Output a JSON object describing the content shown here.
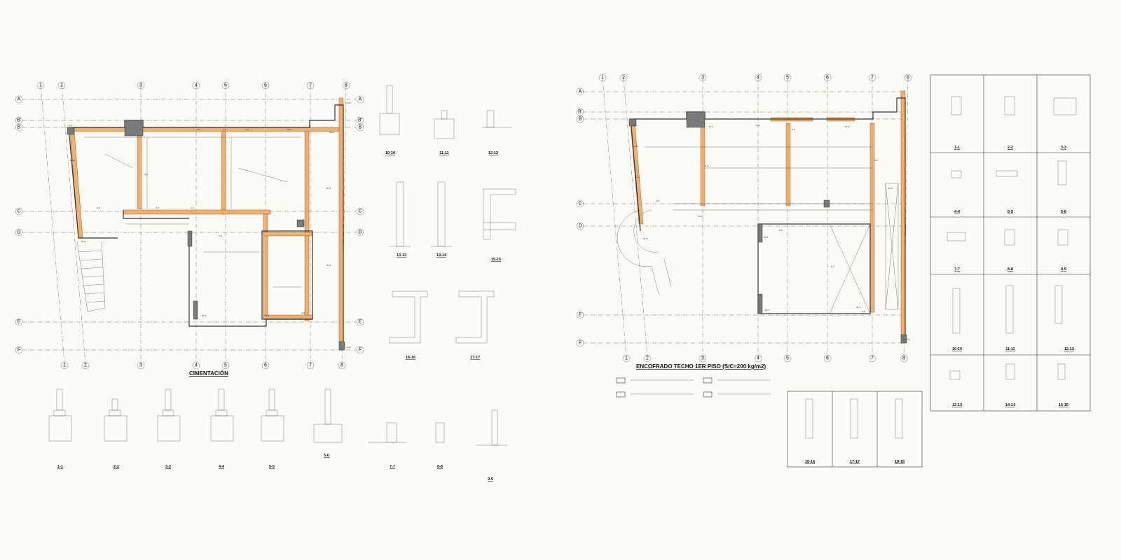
{
  "plan_left": {
    "title": "CIMENTACIÓN",
    "axes_top": [
      "1",
      "2",
      "3",
      "4",
      "5",
      "6",
      "7",
      "8"
    ],
    "axes_bottom": [
      "1",
      "2",
      "3",
      "4",
      "5",
      "6",
      "7",
      "8"
    ],
    "axes_left": [
      "A",
      "B'",
      "B",
      "C",
      "D",
      "E",
      "F"
    ],
    "axes_right": [
      "A",
      "B'",
      "B",
      "C",
      "D",
      "E",
      "F"
    ],
    "column_labels": [
      "C-1",
      "C-2",
      "C-3",
      "C-4",
      "C-5",
      "C-6",
      "C-7",
      "C-8",
      "C-9",
      "C-10",
      "C-11",
      "C-12",
      "C-13",
      "PL-1",
      "PL-2",
      "PL-3",
      "PL-4",
      "PL-5",
      "PL-6",
      "PL-7"
    ]
  },
  "plan_right": {
    "title": "ENCOFRADO TECHO 1ER PISO (S/C=200 kg/m2)",
    "axes_top": [
      "1",
      "2",
      "3",
      "4",
      "5",
      "6",
      "7",
      "8"
    ],
    "axes_bottom": [
      "1",
      "2",
      "3",
      "4",
      "5",
      "6",
      "7",
      "8"
    ],
    "axes_left": [
      "A",
      "B'",
      "B",
      "C",
      "D",
      "E",
      "F"
    ],
    "column_labels": [
      "C-1",
      "C-2",
      "C-3",
      "C-4",
      "C-5",
      "C-6",
      "C-7",
      "C-8",
      "C-9",
      "C-10",
      "C-11",
      "C-12",
      "C-13",
      "PL-1",
      "PL-2",
      "PL-3",
      "PL-4",
      "PL-5",
      "PL-6",
      "PL-7"
    ]
  },
  "foundation_sections": [
    "1-1",
    "2-2",
    "3-3",
    "4-4",
    "5-5",
    "5-6",
    "7-7",
    "8-8",
    "9-9"
  ],
  "detail_sections_mid": [
    "10-10",
    "11-11",
    "12-12",
    "13-13",
    "14-14",
    "15-15",
    "16-16",
    "17-17"
  ],
  "column_schedule": [
    "1-1",
    "2-2",
    "3-3",
    "4-4",
    "5-5",
    "6-6",
    "7-7",
    "8-8",
    "9-9",
    "10-10",
    "11-11",
    "12-12",
    "13-13",
    "14-14",
    "15-15"
  ],
  "column_schedule_bottom": [
    "16-16",
    "17-17",
    "18-18"
  ]
}
